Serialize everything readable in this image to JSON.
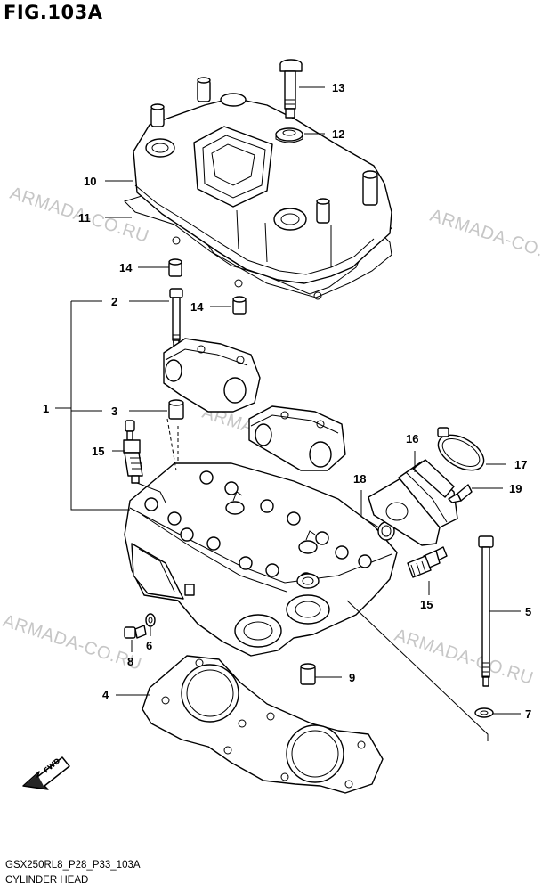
{
  "title": "FIG.103A",
  "watermark": "ARMADA-CO.RU",
  "footer": {
    "code": "GSX250RL8_P28_P33_103A",
    "name": "CYLINDER HEAD"
  },
  "fwd_label": "FWD",
  "callouts": {
    "c1": "1",
    "c2": "2",
    "c3": "3",
    "c4": "4",
    "c5": "5",
    "c6": "6",
    "c7": "7",
    "c8": "8",
    "c9": "9",
    "c10": "10",
    "c11": "11",
    "c12": "12",
    "c13": "13",
    "c14a": "14",
    "c14b": "14",
    "c15a": "15",
    "c15b": "15",
    "c16": "16",
    "c17": "17",
    "c18": "18",
    "c19": "19"
  }
}
